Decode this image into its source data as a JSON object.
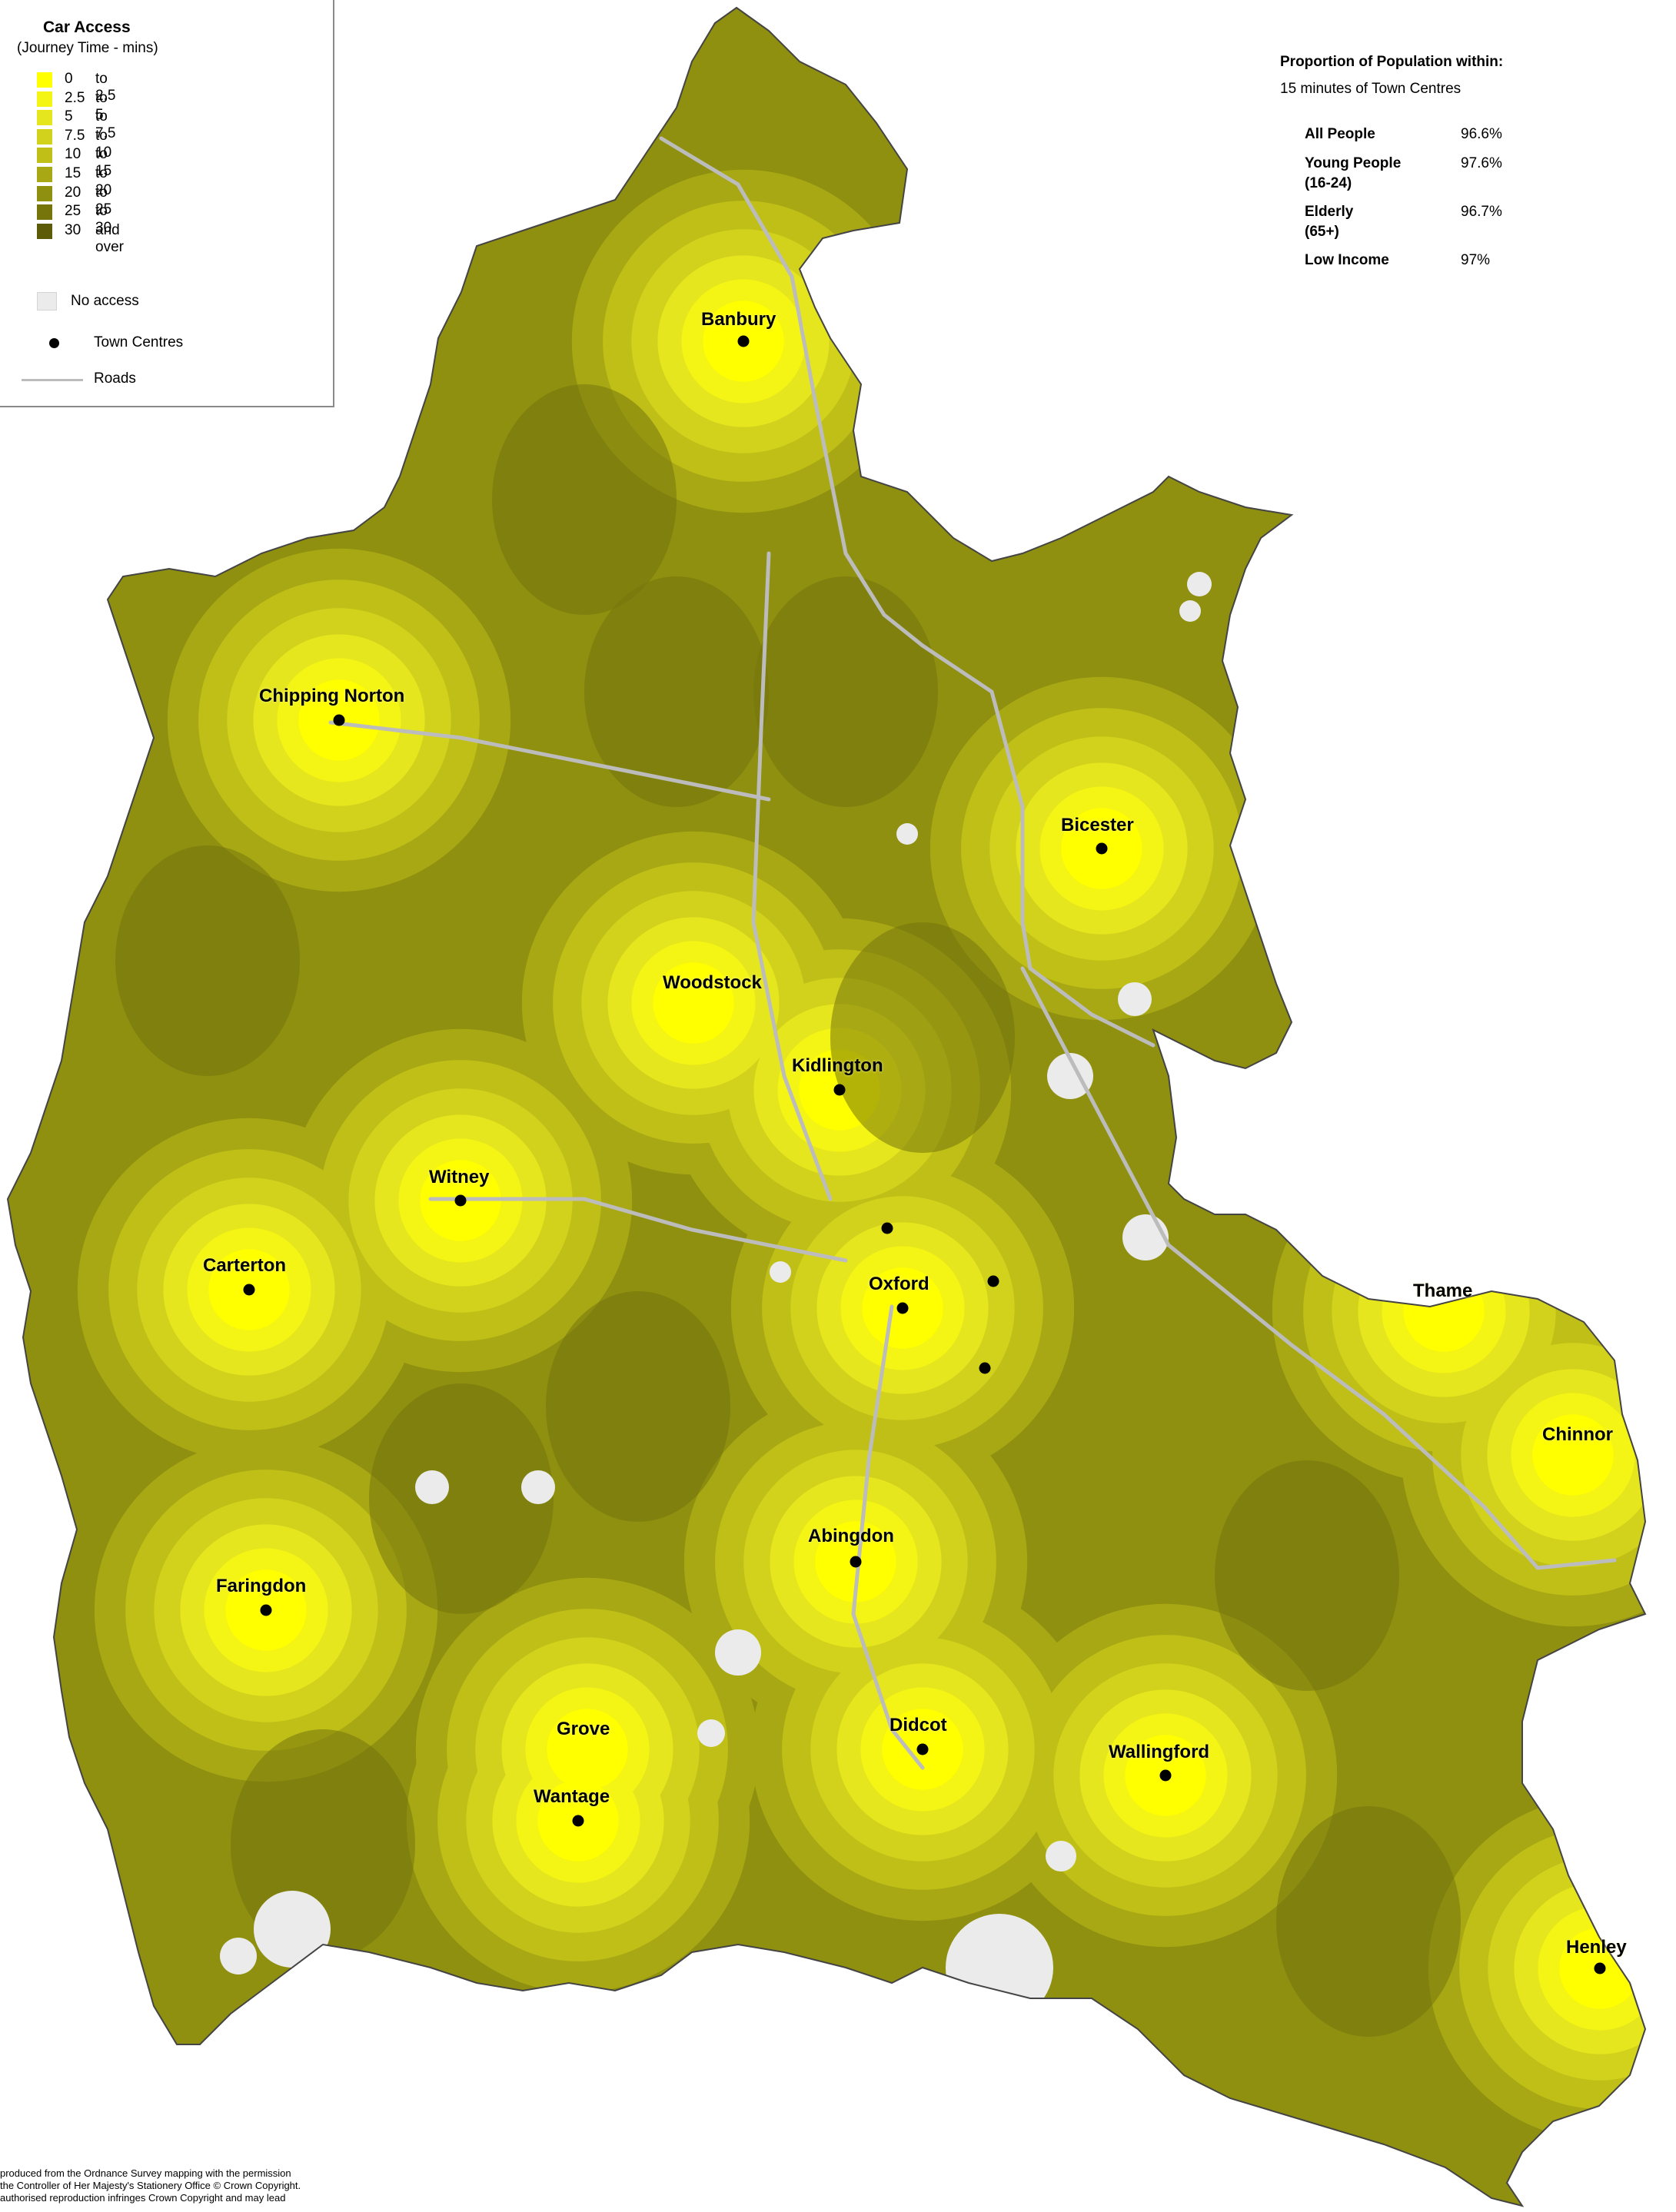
{
  "legend": {
    "title": "Car Access",
    "subtitle": "(Journey Time - mins)",
    "bands": [
      {
        "from": "0",
        "to": "to  2.5",
        "color": "#ffff00"
      },
      {
        "from": "2.5",
        "to": "to  5",
        "color": "#f4f415"
      },
      {
        "from": "5",
        "to": "to  7.5",
        "color": "#e6e61e"
      },
      {
        "from": "7.5",
        "to": "to 10",
        "color": "#d2d21c"
      },
      {
        "from": "10",
        "to": "to 15",
        "color": "#bfbf18"
      },
      {
        "from": "15",
        "to": "to 20",
        "color": "#a8a814"
      },
      {
        "from": "20",
        "to": "to 25",
        "color": "#8f8f10"
      },
      {
        "from": "25",
        "to": "to 30",
        "color": "#75750c"
      },
      {
        "from": "30",
        "to": "and over",
        "color": "#5c5c08"
      }
    ],
    "no_access_label": "No access",
    "no_access_color": "#ebebeb",
    "town_centres_label": "Town Centres",
    "roads_label": "Roads",
    "road_color": "#bcbcbc"
  },
  "stats": {
    "title": "Proportion of Population within:",
    "subtitle": "15 minutes of Town Centres",
    "rows": [
      {
        "label": "All People",
        "value": "96.6%"
      },
      {
        "label": "Young People\n(16-24)",
        "value": "97.6%"
      },
      {
        "label": "Elderly\n(65+)",
        "value": "96.7%"
      },
      {
        "label": "Low Income",
        "value": "97%"
      }
    ]
  },
  "towns": [
    {
      "name": "Banbury",
      "dot": true
    },
    {
      "name": "Chipping Norton",
      "dot": true
    },
    {
      "name": "Bicester",
      "dot": true
    },
    {
      "name": "Woodstock",
      "dot": false
    },
    {
      "name": "Kidlington",
      "dot": true
    },
    {
      "name": "Witney",
      "dot": true
    },
    {
      "name": "Carterton",
      "dot": true
    },
    {
      "name": "Oxford",
      "dot": true
    },
    {
      "name": "Thame",
      "dot": false
    },
    {
      "name": "Chinnor",
      "dot": false
    },
    {
      "name": "Abingdon",
      "dot": true
    },
    {
      "name": "Faringdon",
      "dot": true
    },
    {
      "name": "Didcot",
      "dot": true
    },
    {
      "name": "Wallingford",
      "dot": true
    },
    {
      "name": "Grove",
      "dot": false
    },
    {
      "name": "Wantage",
      "dot": true
    },
    {
      "name": "Henley",
      "dot": true
    }
  ],
  "copyright": [
    "produced from the Ordnance Survey mapping with the permission",
    "the Controller of Her Majesty's Stationery Office © Crown Copyright.",
    "authorised reproduction infringes Crown Copyright and may lead"
  ]
}
